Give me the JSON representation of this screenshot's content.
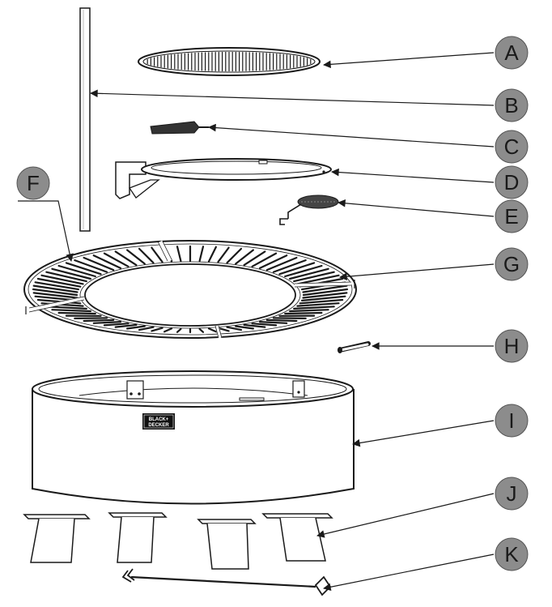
{
  "diagram": {
    "labels": [
      "A",
      "B",
      "C",
      "D",
      "E",
      "F",
      "G",
      "H",
      "I",
      "J",
      "K"
    ],
    "brand_line1": "BLACK+",
    "brand_line2": "DECKER"
  }
}
